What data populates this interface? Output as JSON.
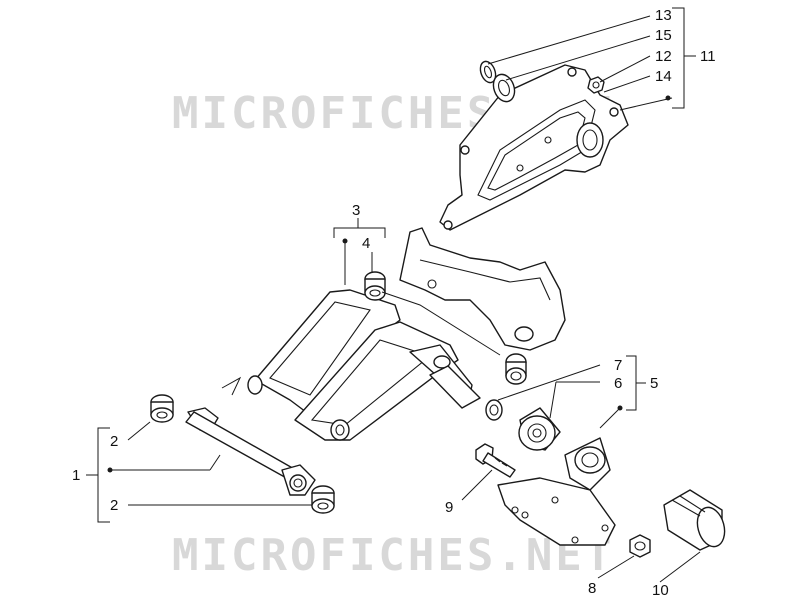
{
  "watermark": {
    "text": "MICROFICHES.NET"
  },
  "callouts": {
    "c1": "1",
    "c2a": "2",
    "c2b": "2",
    "c3": "3",
    "c4": "4",
    "c5": "5",
    "c6": "6",
    "c7": "7",
    "c8": "8",
    "c9": "9",
    "c10": "10",
    "c11": "11",
    "c12": "12",
    "c13": "13",
    "c14": "14",
    "c15": "15"
  },
  "colors": {
    "line": "#1a1a1a",
    "watermark": "#d8d8d8",
    "background": "#ffffff"
  }
}
